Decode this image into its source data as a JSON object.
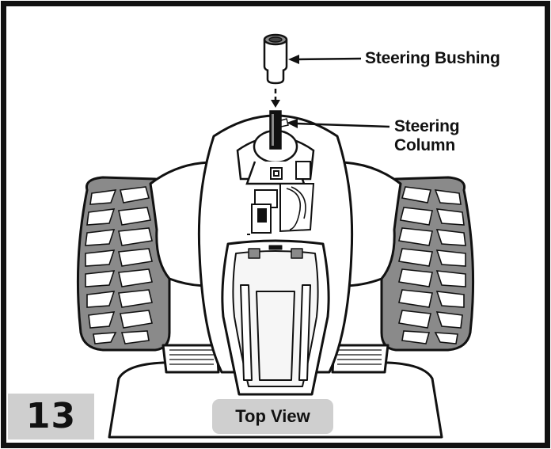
{
  "figure": {
    "step_number": "13",
    "view_label": "Top View",
    "callouts": {
      "steering_bushing": "Steering Bushing",
      "steering_column_line1": "Steering",
      "steering_column_line2": "Column"
    }
  },
  "icons": [
    "steering-bushing-icon",
    "steering-column-icon",
    "tire-icon",
    "seat-icon",
    "arrow-icon"
  ],
  "colors": {
    "line": "#111111",
    "tire": "#8a8a8a",
    "tag_fill": "#cfcfcf",
    "border": "#111111"
  }
}
